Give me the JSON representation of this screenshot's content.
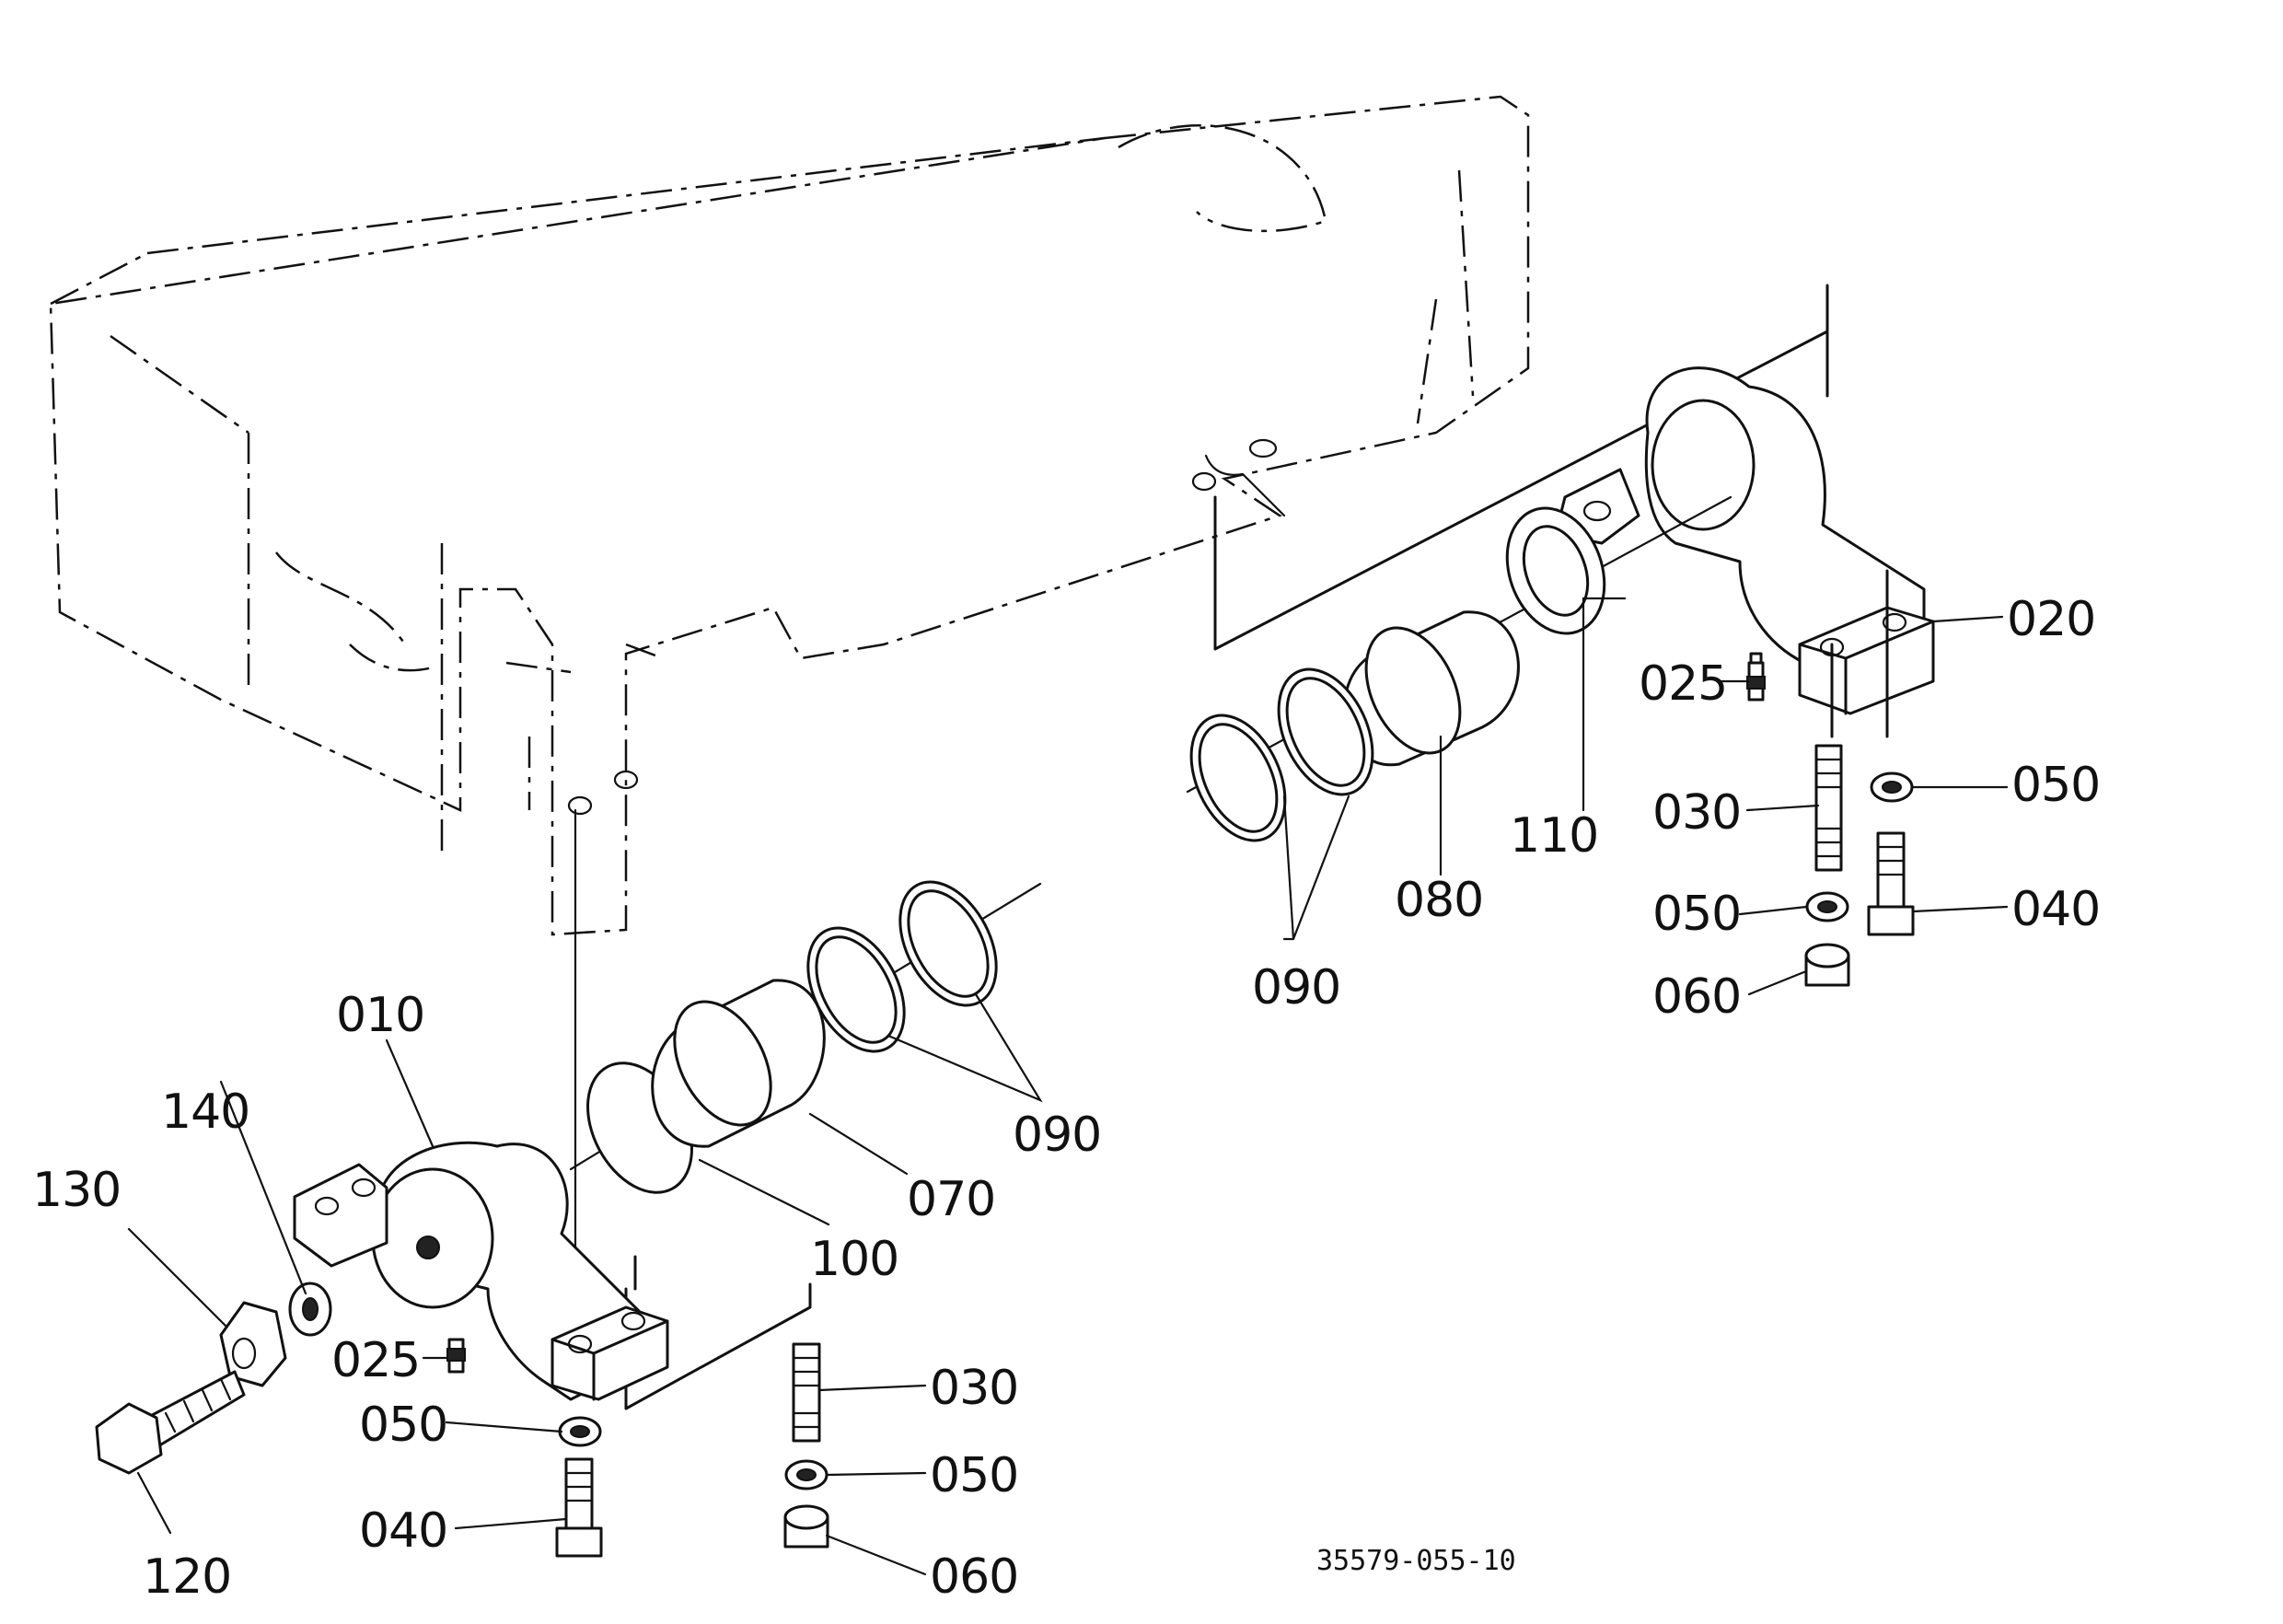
{
  "diagram": {
    "ref_code": "35579-055-10",
    "labels": {
      "p010": "010",
      "p020": "020",
      "p025_right": "025",
      "p025_left": "025",
      "p030_right": "030",
      "p030_left": "030",
      "p040_right": "040",
      "p040_left": "040",
      "p050_right_top": "050",
      "p050_right_mid": "050",
      "p050_left_a": "050",
      "p050_left_b": "050",
      "p060_right": "060",
      "p060_left": "060",
      "p070": "070",
      "p080": "080",
      "p090_right": "090",
      "p090_left": "090",
      "p100": "100",
      "p110": "110",
      "p120": "120",
      "p130": "130",
      "p140": "140"
    }
  }
}
